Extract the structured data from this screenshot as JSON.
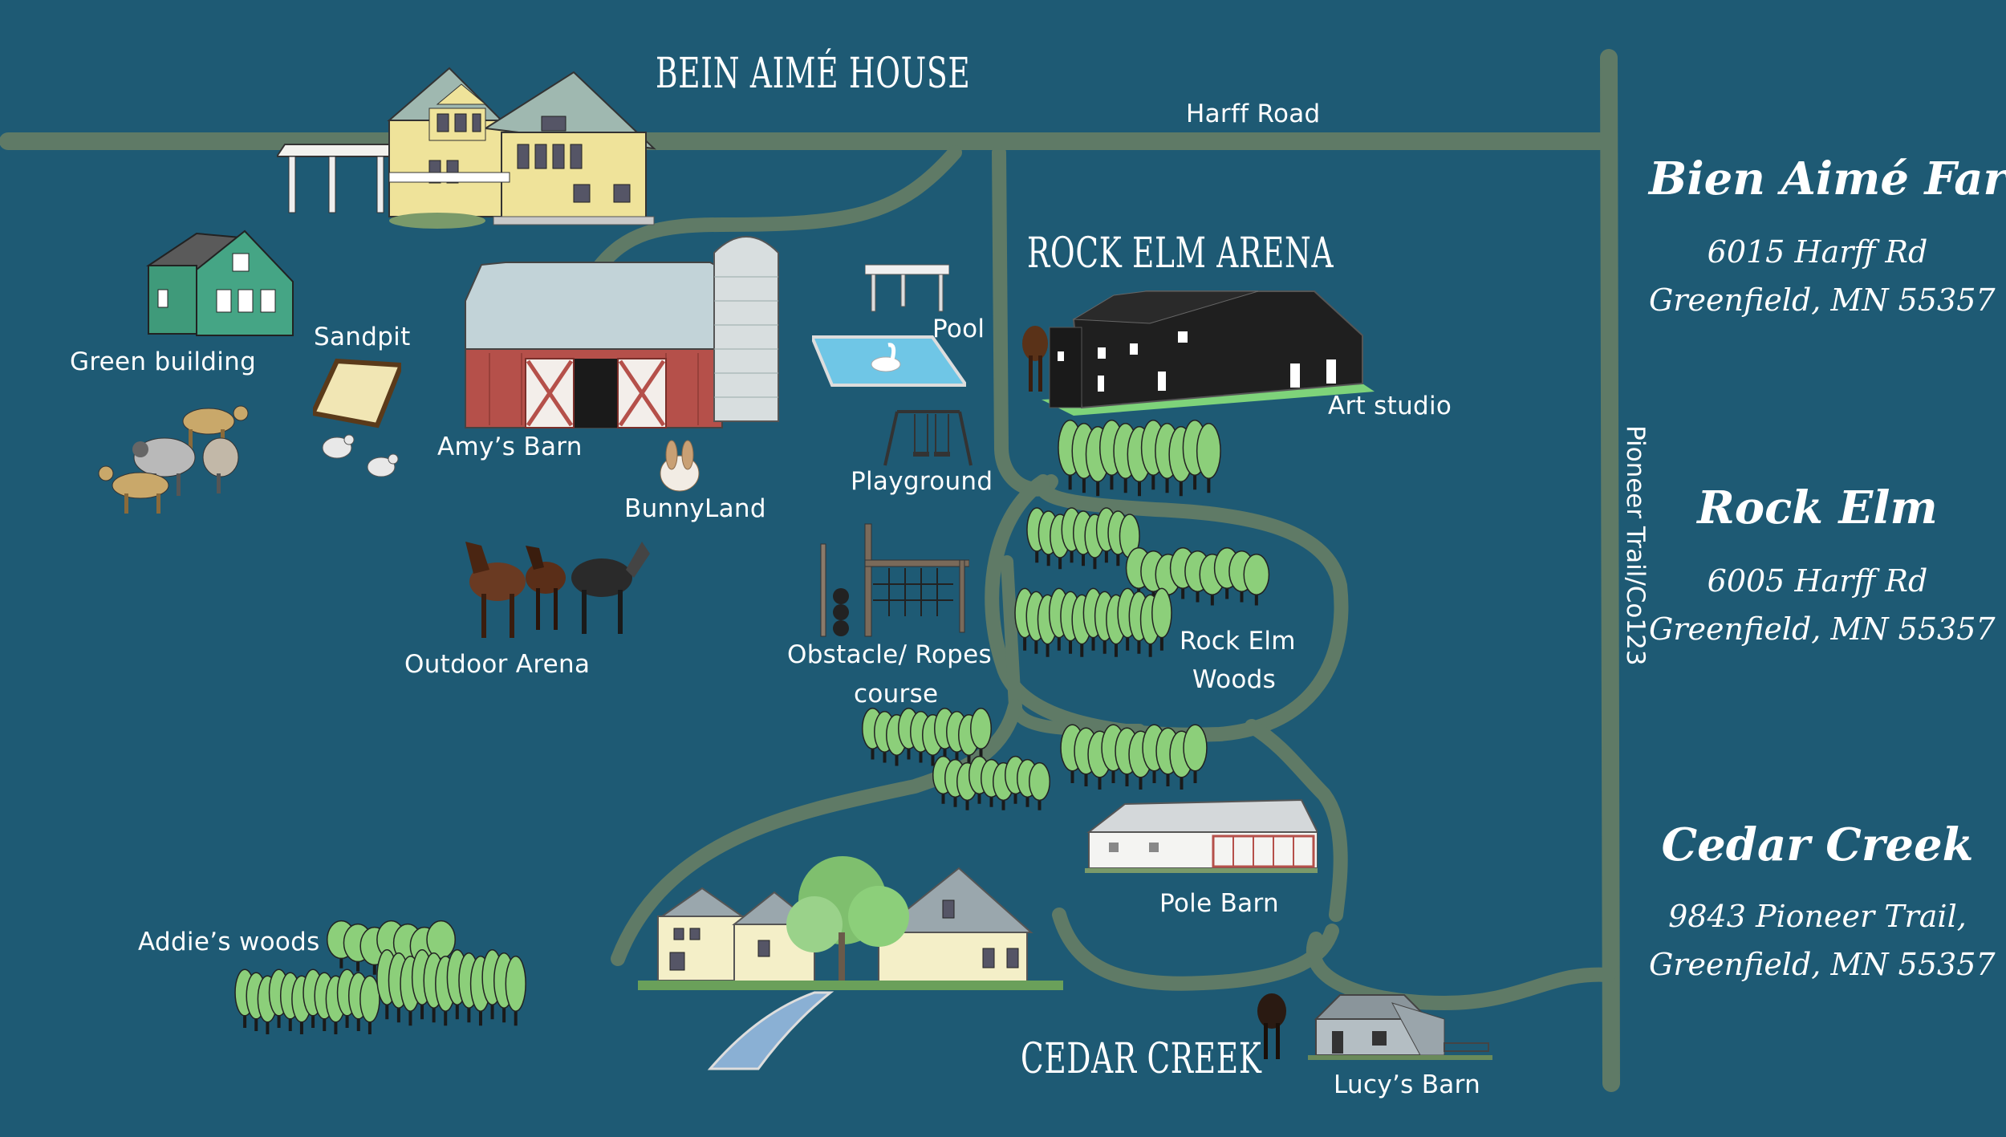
{
  "map": {
    "colors": {
      "background": "#1e5a74",
      "road": "#5f7a66",
      "text": "#ffffff",
      "tree": "#8ccf7a",
      "barn_red": "#b5504a",
      "house_yellow": "#efe39a",
      "green_building": "#3f9a7a",
      "pool_water": "#6fc6e6"
    },
    "titles": {
      "bein_aime_house": "Bein Aimé House",
      "rock_elm_arena": "Rock Elm Arena",
      "cedar_creek": "Cedar Creek"
    },
    "roads": {
      "harff_road": "Harff Road",
      "pioneer_trail": "Pioneer Trail/Co123"
    },
    "labels": {
      "green_building": "Green building",
      "sandpit": "Sandpit",
      "amys_barn": "Amy’s Barn",
      "bunnyland": "BunnyLand",
      "pool": "Pool",
      "playground": "Playground",
      "art_studio": "Art studio",
      "outdoor_arena": "Outdoor Arena",
      "obstacle_line1": "Obstacle/ Ropes",
      "obstacle_line2": "course",
      "rock_elm_woods_line1": "Rock Elm",
      "rock_elm_woods_line2": "Woods",
      "pole_barn": "Pole Barn",
      "addies_woods": "Addie’s woods",
      "lucys_barn": "Lucy’s Barn"
    },
    "locations": [
      {
        "name": "Bien Aimé Farm",
        "address_line1": "6015 Harff Rd",
        "address_line2": "Greenfield, MN 55357"
      },
      {
        "name": "Rock Elm",
        "address_line1": "6005 Harff Rd",
        "address_line2": "Greenfield, MN 55357"
      },
      {
        "name": "Cedar Creek",
        "address_line1": "9843 Pioneer Trail,",
        "address_line2": "Greenfield, MN 55357"
      }
    ],
    "icons": [
      "farmhouse-icon",
      "green-building-icon",
      "sandpit-icon",
      "goats-sheep-icon",
      "chickens-icon",
      "red-barn-icon",
      "silo-icon",
      "bunny-icon",
      "horses-icon",
      "pergola-icon",
      "pool-icon",
      "swan-float-icon",
      "swing-set-icon",
      "obstacle-course-icon",
      "arena-building-icon",
      "tree-grove-icon",
      "pole-barn-icon",
      "cedar-creek-house-icon",
      "lucys-barn-icon"
    ]
  }
}
